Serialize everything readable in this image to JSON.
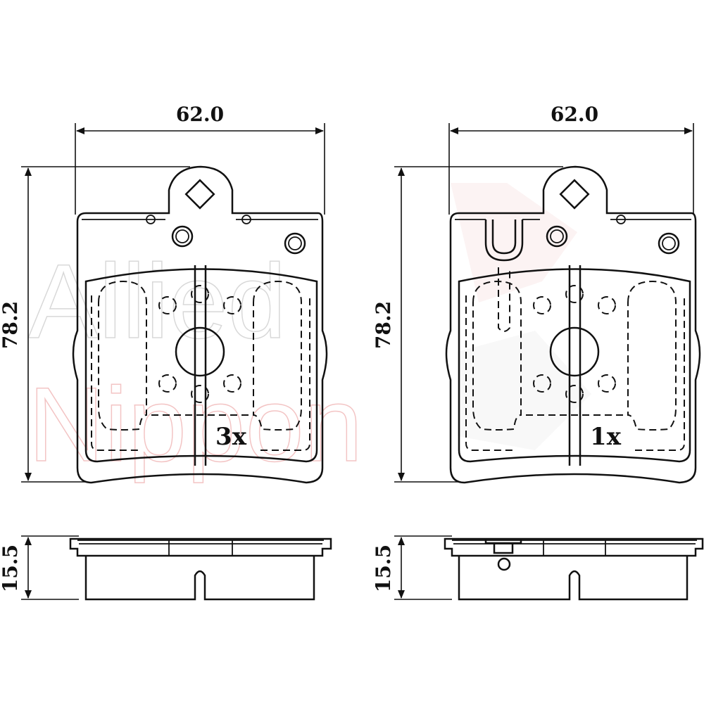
{
  "watermark": {
    "line1": "Allied",
    "line2": "Nippon",
    "colors": {
      "top": "#dcdcdc",
      "bottom": "#f4c9c9"
    }
  },
  "left_pad": {
    "width_label": "62.0",
    "height_label": "78.2",
    "thickness_label": "15.5",
    "quantity_label": "3x"
  },
  "right_pad": {
    "width_label": "62.0",
    "height_label": "78.2",
    "thickness_label": "15.5",
    "quantity_label": "1x"
  }
}
